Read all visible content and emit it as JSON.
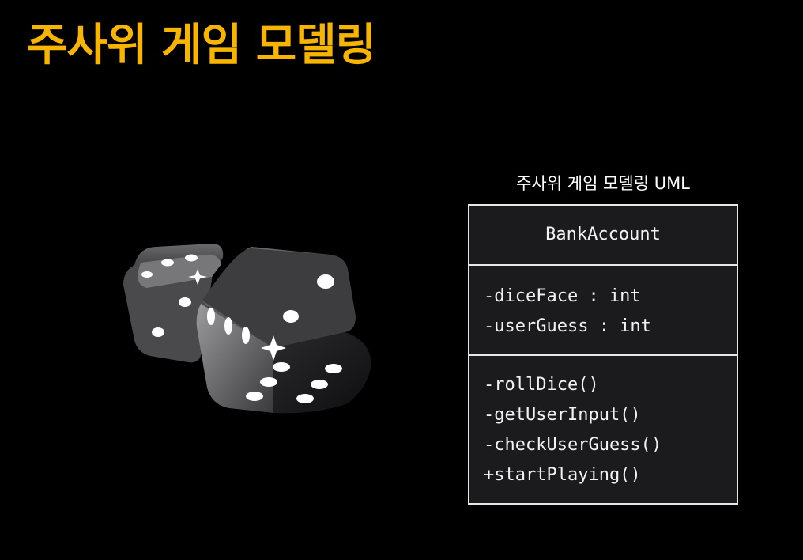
{
  "slide": {
    "title": "주사위 게임 모델링",
    "accent_color": "#f7b500",
    "background_color": "#000000"
  },
  "illustration": {
    "subject": "two-dice-icon",
    "visible_pips": [
      5,
      6
    ]
  },
  "uml": {
    "caption": "주사위 게임 모델링 UML",
    "class_name": "BankAccount",
    "attributes": [
      "-diceFace : int",
      "-userGuess : int"
    ],
    "methods": [
      "-rollDice()",
      "-getUserInput()",
      "-checkUserGuess()",
      "+startPlaying()"
    ],
    "box_fill": "#1b1a1c",
    "border_color": "#e6e6e6"
  }
}
